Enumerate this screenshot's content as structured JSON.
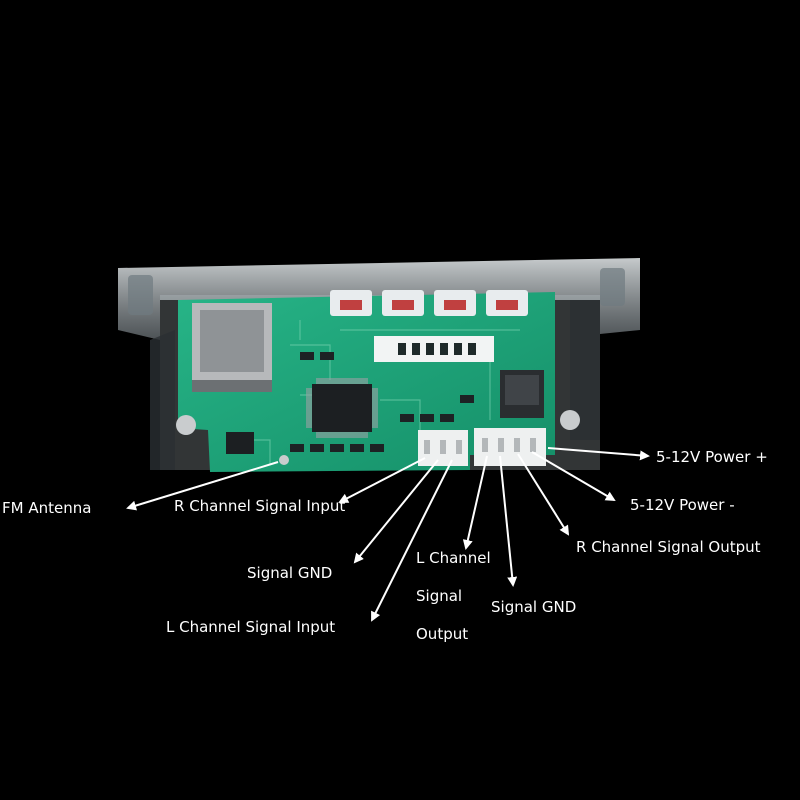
{
  "labels": {
    "fm_antenna": "FM Antenna",
    "r_channel_signal_input": "R Channel Signal Input",
    "signal_gnd_left": "Signal GND",
    "l_channel_signal_input": "L Channel Signal Input",
    "l_channel_signal_output": [
      "L Channel",
      "Signal",
      "Output"
    ],
    "signal_gnd_right": "Signal GND",
    "r_channel_signal_output": "R Channel Signal Output",
    "power_minus": "5-12V Power -",
    "power_plus": "5-12V Power +"
  },
  "colors": {
    "background": "#000000",
    "pcb": "#1fa37a",
    "arrow": "#ffffff",
    "label": "#ffffff"
  }
}
